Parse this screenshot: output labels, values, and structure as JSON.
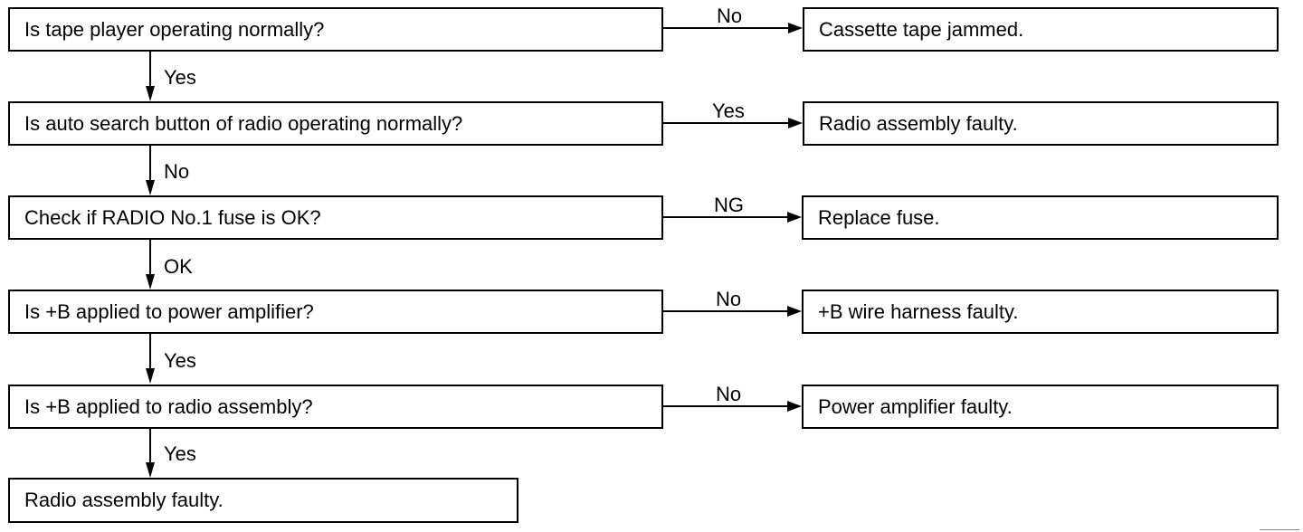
{
  "questions": [
    {
      "text": "Is tape player operating normally?",
      "branch_label": "No",
      "result": "Cassette tape jammed.",
      "next_label": "Yes"
    },
    {
      "text": "Is auto search button of radio operating normally?",
      "branch_label": "Yes",
      "result": "Radio assembly faulty.",
      "next_label": "No"
    },
    {
      "text": "Check if RADIO No.1 fuse is OK?",
      "branch_label": "NG",
      "result": "Replace fuse.",
      "next_label": "OK"
    },
    {
      "text": "Is +B applied to power amplifier?",
      "branch_label": "No",
      "result": "+B wire harness faulty.",
      "next_label": "Yes"
    },
    {
      "text": "Is +B applied to radio assembly?",
      "branch_label": "No",
      "result": "Power amplifier faulty.",
      "next_label": "Yes"
    }
  ],
  "final": {
    "text": "Radio assembly faulty."
  }
}
